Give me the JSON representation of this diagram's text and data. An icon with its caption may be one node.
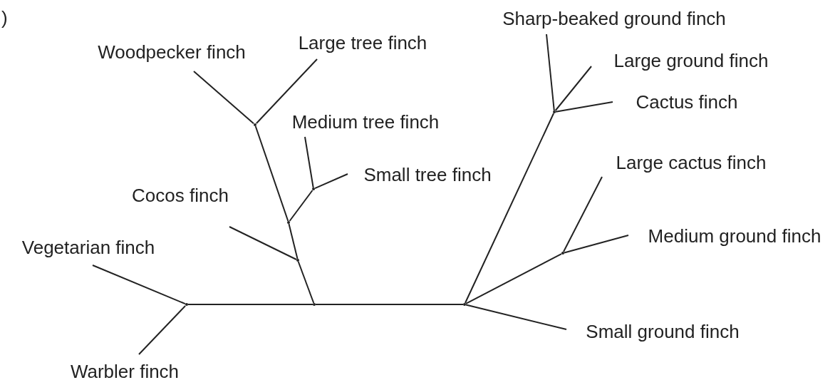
{
  "diagram": {
    "nodes": [
      {
        "text": [
          "Sharp-beaked ground finch"
        ]
      },
      {
        "text": [
          "Woodpecker finch"
        ]
      },
      {
        "text": [
          "Large tree finch"
        ]
      },
      {
        "text": [
          "Large ground finch"
        ]
      },
      {
        "text": [
          "Cactus finch"
        ]
      },
      {
        "text": [
          "Medium tree finch"
        ]
      },
      {
        "text": [
          "Small tree finch"
        ]
      },
      {
        "text": [
          "Large cactus finch"
        ]
      },
      {
        "text": [
          "Cocos finch"
        ]
      },
      {
        "text": [
          "Medium ground finch"
        ]
      },
      {
        "text": [
          "Vegetarian finch"
        ]
      },
      {
        "text": [
          "Small ground finch"
        ]
      },
      {
        "text": [
          "Warbler finch"
        ]
      },
      {
        "text": [],
        "shape": "point"
      },
      {
        "text": [],
        "shape": "point"
      },
      {
        "text": [],
        "shape": "point"
      },
      {
        "text": [],
        "shape": "point"
      },
      {
        "text": [],
        "shape": "point"
      },
      {
        "text": [],
        "shape": "point"
      },
      {
        "text": [],
        "shape": "point"
      },
      {
        "text": [],
        "shape": "point"
      },
      {
        "text": [],
        "shape": "point"
      }
    ],
    "edges": [
      {
        "from": 19,
        "to": 10,
        "arrow": "none"
      },
      {
        "from": 19,
        "to": 12,
        "arrow": "none"
      },
      {
        "from": 19,
        "to": 20,
        "arrow": "none"
      },
      {
        "from": 20,
        "to": 18,
        "arrow": "none"
      },
      {
        "from": 18,
        "to": 8,
        "arrow": "none"
      },
      {
        "from": 18,
        "to": 16,
        "arrow": "none"
      },
      {
        "from": 16,
        "to": 15,
        "arrow": "none"
      },
      {
        "from": 15,
        "to": 5,
        "arrow": "none"
      },
      {
        "from": 15,
        "to": 6,
        "arrow": "none"
      },
      {
        "from": 16,
        "to": 13,
        "arrow": "none"
      },
      {
        "from": 13,
        "to": 1,
        "arrow": "none"
      },
      {
        "from": 13,
        "to": 2,
        "arrow": "none"
      },
      {
        "from": 20,
        "to": 21,
        "arrow": "none"
      },
      {
        "from": 21,
        "to": 14,
        "arrow": "none"
      },
      {
        "from": 14,
        "to": 0,
        "arrow": "none"
      },
      {
        "from": 14,
        "to": 3,
        "arrow": "none"
      },
      {
        "from": 14,
        "to": 4,
        "arrow": "none"
      },
      {
        "from": 21,
        "to": 17,
        "arrow": "none"
      },
      {
        "from": 17,
        "to": 7,
        "arrow": "none"
      },
      {
        "from": 17,
        "to": 9,
        "arrow": "none"
      },
      {
        "from": 21,
        "to": 11,
        "arrow": "none"
      }
    ],
    "labels": [
      ")"
    ]
  }
}
